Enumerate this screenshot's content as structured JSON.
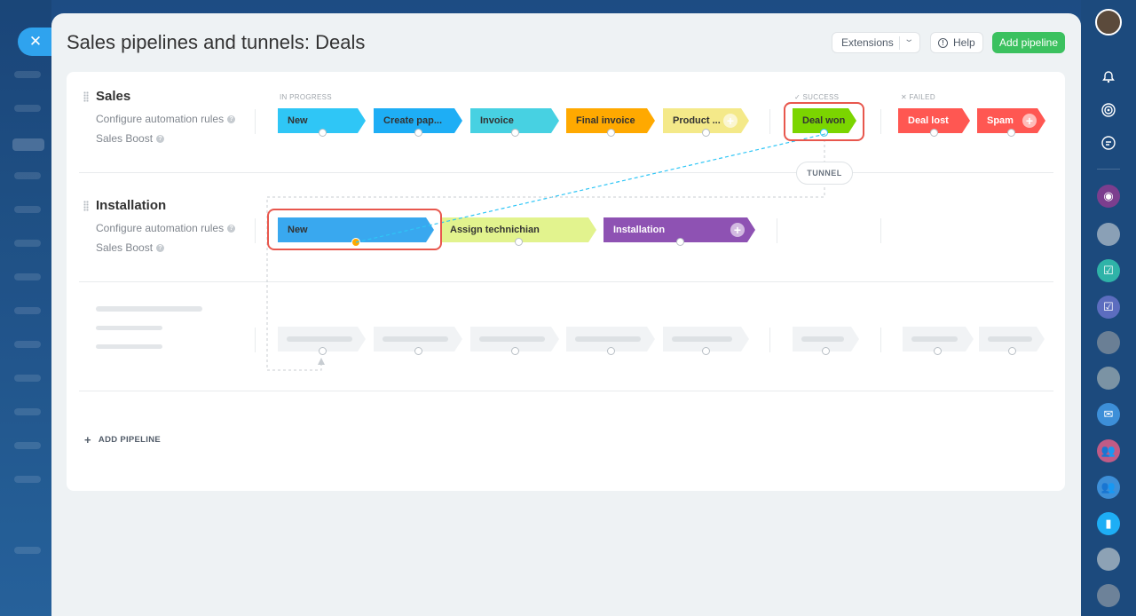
{
  "page": {
    "title": "Sales pipelines and tunnels: Deals",
    "close_glyph": "✕"
  },
  "header": {
    "extensions_label": "Extensions",
    "help_label": "Help",
    "add_pipeline_label": "Add pipeline"
  },
  "group_labels": {
    "in_progress": "IN PROGRESS",
    "success": "SUCCESS",
    "failed": "FAILED"
  },
  "pipelines": [
    {
      "name": "Sales",
      "links": [
        "Configure automation rules",
        "Sales Boost"
      ],
      "stages": [
        {
          "label": "New",
          "color": "#2fc6f6"
        },
        {
          "label": "Create pap...",
          "color": "#1eaef5"
        },
        {
          "label": "Invoice",
          "color": "#47d1e2"
        },
        {
          "label": "Final invoice",
          "color": "#ffa900"
        },
        {
          "label": "Product ...",
          "color": "#f4e989"
        },
        {
          "label": "Deal won",
          "color": "#7bd500"
        },
        {
          "label": "Deal lost",
          "color": "#ff5752"
        },
        {
          "label": "Spam",
          "color": "#ff5752"
        }
      ]
    },
    {
      "name": "Installation",
      "links": [
        "Configure automation rules",
        "Sales Boost"
      ],
      "stages": [
        {
          "label": "New",
          "color": "#39a8ef"
        },
        {
          "label": "Assign technichian",
          "color": "#e2f38e"
        },
        {
          "label": "Installation",
          "color": "#8e52b3"
        }
      ]
    }
  ],
  "tunnel_label": "TUNNEL",
  "add_pipeline_text": "ADD PIPELINE",
  "help_icon_glyph": "?"
}
